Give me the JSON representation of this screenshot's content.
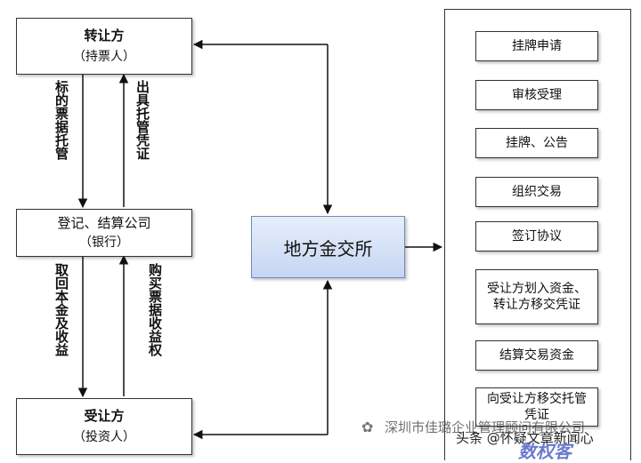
{
  "transferor": {
    "title": "转让方",
    "subtitle": "（持票人）"
  },
  "registrar": {
    "title": "登记、结算公司",
    "subtitle": "（银行）"
  },
  "transferee": {
    "title": "受让方",
    "subtitle": "（投资人）"
  },
  "exchange": {
    "label": "地方金交所"
  },
  "flow_labels": {
    "deposit": "标的票据托管",
    "certificate": "出具托管凭证",
    "withdraw": "取回本金及收益",
    "purchase": "购买票据收益权"
  },
  "steps": [
    "挂牌申请",
    "审核受理",
    "挂牌、公告",
    "组织交易",
    "签订协议",
    "受让方划入资金、转让方移交凭证",
    "结算交易资金",
    "向受让方移交托管凭证"
  ],
  "watermark": {
    "company": "深圳市佳璐企业管理顾问有限公司",
    "source": "头条 @怀疑文章新闻心",
    "logo": "数权客"
  }
}
